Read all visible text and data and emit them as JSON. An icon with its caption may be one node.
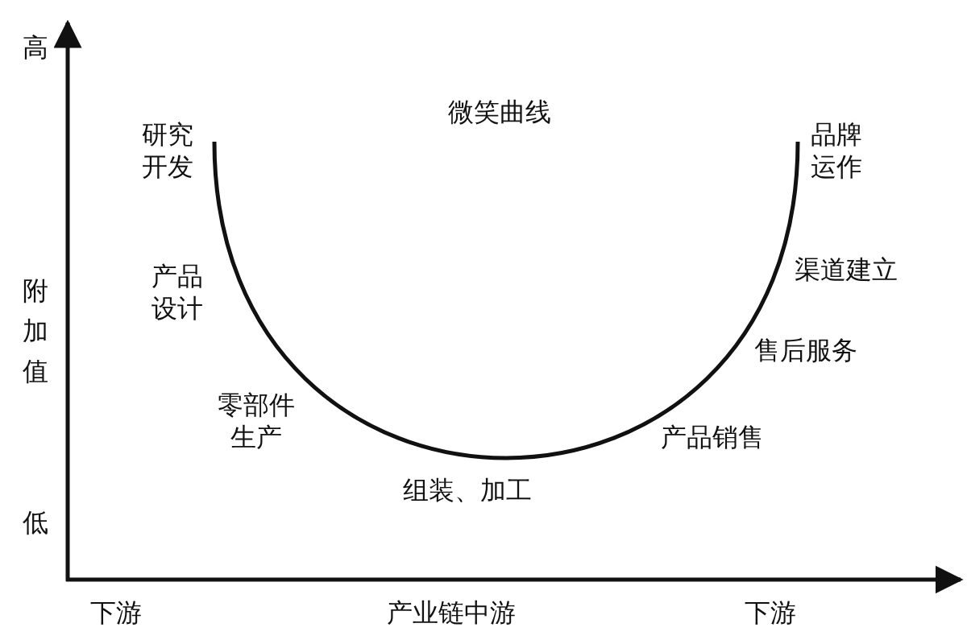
{
  "diagram": {
    "title": "微笑曲线",
    "labels": [
      "高",
      "附加值",
      "低",
      "下游",
      "产业链中游",
      "下游",
      "研究开发",
      "产品设计",
      "零部件生产",
      "组装、加工",
      "产品销售",
      "售后服务",
      "渠道建立",
      "品牌运作"
    ]
  }
}
